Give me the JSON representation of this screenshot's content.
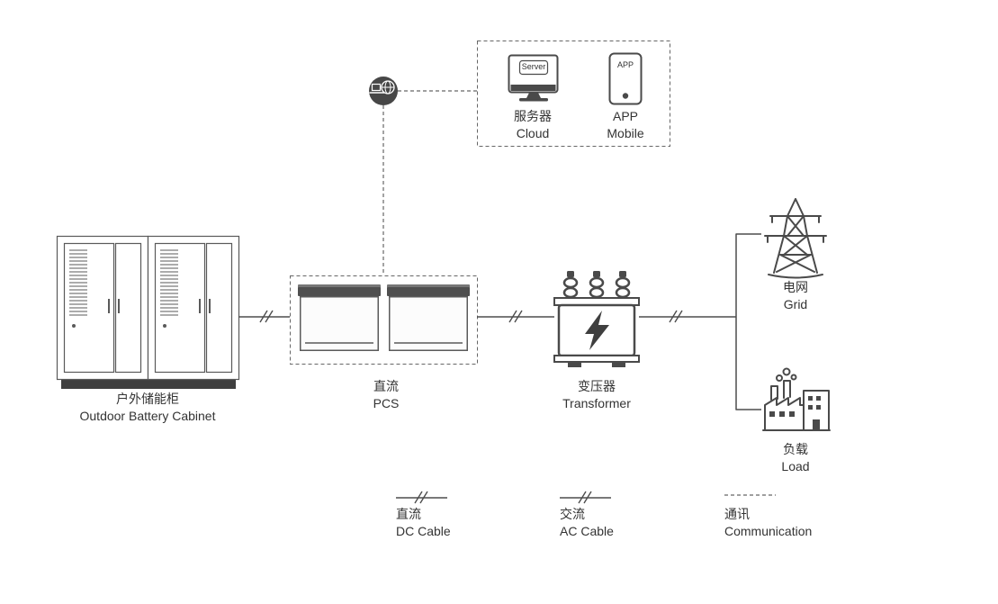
{
  "nodes": {
    "battery": {
      "zh": "户外储能柜",
      "en": "Outdoor Battery Cabinet"
    },
    "pcs": {
      "zh": "直流",
      "en": "PCS"
    },
    "server": {
      "zh": "服务器",
      "en": "Cloud",
      "screen_text": "Server"
    },
    "app": {
      "zh": "APP",
      "en": "Mobile",
      "screen_text": "APP"
    },
    "transformer": {
      "zh": "变压器",
      "en": "Transformer"
    },
    "grid": {
      "zh": "电网",
      "en": "Grid"
    },
    "load": {
      "zh": "负载",
      "en": "Load"
    }
  },
  "legend": {
    "dc": {
      "zh": "直流",
      "en": "DC Cable"
    },
    "ac": {
      "zh": "交流",
      "en": "AC Cable"
    },
    "comm": {
      "zh": "通讯",
      "en": "Communication"
    }
  },
  "colors": {
    "line": "#4d4d4d",
    "icon_stroke": "#4a4a4a",
    "dark_fill": "#3f3f3f",
    "text": "#333333",
    "background": "#ffffff"
  }
}
